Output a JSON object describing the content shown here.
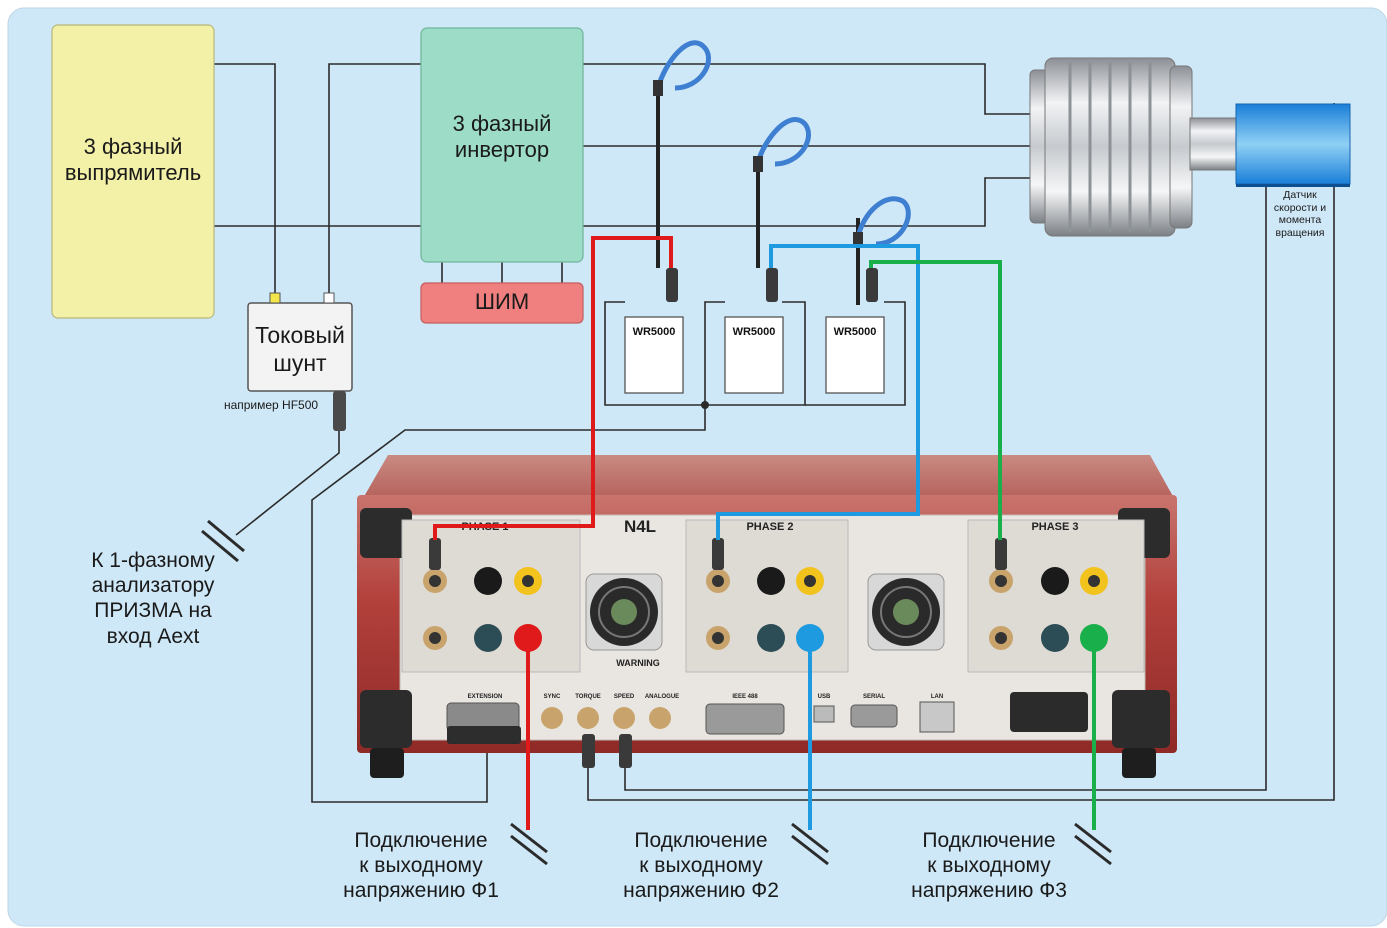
{
  "rectifier": {
    "line1": "3 фазный",
    "line2": "выпрямитель"
  },
  "inverter": {
    "line1": "3 фазный",
    "line2": "инвертор"
  },
  "pwm": {
    "label": "ШИМ"
  },
  "shunt": {
    "line1": "Токовый",
    "line2": "шунт",
    "example": "например HF500"
  },
  "sensors": [
    {
      "label": "WR5000"
    },
    {
      "label": "WR5000"
    },
    {
      "label": "WR5000"
    }
  ],
  "motor_sensor": {
    "line1": "Датчик",
    "line2": "скорости и",
    "line3": "момента",
    "line4": "вращения"
  },
  "analyzer": {
    "brand": "N4L",
    "phases": [
      "PHASE 1",
      "PHASE 2",
      "PHASE 3"
    ],
    "warning": "WARNING",
    "ports": [
      "EXTENSION",
      "SYNC",
      "TORQUE",
      "SPEED",
      "ANALOGUE",
      "IEEE 488",
      "USB",
      "SERIAL",
      "LAN"
    ]
  },
  "aext_note": {
    "line1": "К 1-фазному",
    "line2": "анализатору",
    "line3": "ПРИЗМА на",
    "line4": "вход Aext"
  },
  "voltage_notes": [
    {
      "line1": "Подключение",
      "line2": "к выходному",
      "line3": "напряжению Ф1"
    },
    {
      "line1": "Подключение",
      "line2": "к выходному",
      "line3": "напряжению Ф2"
    },
    {
      "line1": "Подключение",
      "line2": "к выходному",
      "line3": "напряжению Ф3"
    }
  ],
  "colors": {
    "phase1": "#e0191b",
    "phase2": "#1e9be0",
    "phase3": "#19b04b",
    "background": "#cfe8f7",
    "rectifier": "#f3f1a8",
    "inverter": "#9ddcc6",
    "pwm": "#f08080",
    "chassis": "#b84a4a"
  }
}
